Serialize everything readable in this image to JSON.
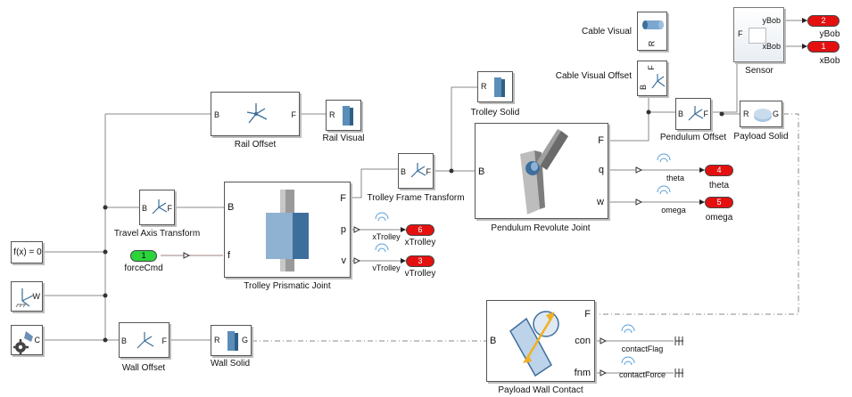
{
  "blocks": {
    "rail_offset": {
      "name": "Rail Offset",
      "in": "B",
      "out": "F"
    },
    "rail_visual": {
      "name": "Rail Visual",
      "in": "R"
    },
    "travel_axis_transform": {
      "name": "Travel Axis Transform",
      "in": "B",
      "out": "F"
    },
    "trolley_prismatic_joint": {
      "name": "Trolley Prismatic Joint",
      "in": "B",
      "out": "F",
      "force": "f",
      "pos": "p",
      "vel": "v"
    },
    "trolley_frame_transform": {
      "name": "Trolley Frame Transform",
      "in": "B",
      "out": "F"
    },
    "trolley_solid": {
      "name": "Trolley Solid",
      "in": "R"
    },
    "pendulum_revolute_joint": {
      "name": "Pendulum Revolute Joint",
      "in": "B",
      "out": "F",
      "q": "q",
      "w": "w"
    },
    "cable_visual": {
      "name": "Cable Visual",
      "port": "R"
    },
    "cable_visual_offset": {
      "name": "Cable Visual Offset",
      "in": "B",
      "out": "F"
    },
    "pendulum_offset": {
      "name": "Pendulum Offset",
      "in": "B",
      "out": "F"
    },
    "payload_solid": {
      "name": "Payload Solid",
      "in": "R",
      "out": "G"
    },
    "sensor": {
      "name": "Sensor",
      "in": "F",
      "y": "yBob",
      "x": "xBob"
    },
    "solver_config": {
      "text": "f(x) = 0"
    },
    "world_frame": {
      "port": "W"
    },
    "mech_config": {
      "port": "C"
    },
    "wall_offset": {
      "name": "Wall Offset",
      "in": "B",
      "out": "F"
    },
    "wall_solid": {
      "name": "Wall Solid",
      "in": "R",
      "out": "G"
    },
    "payload_wall_contact": {
      "name": "Payload Wall Contact",
      "in": "B",
      "out": "F",
      "con": "con",
      "fnm": "fnm"
    }
  },
  "inports": [
    {
      "num": "1",
      "name": "forceCmd"
    }
  ],
  "outports": [
    {
      "num": "6",
      "name": "xTrolley",
      "signal": "xTrolley"
    },
    {
      "num": "3",
      "name": "vTrolley",
      "signal": "vTrolley"
    },
    {
      "num": "4",
      "name": "theta",
      "signal": "theta"
    },
    {
      "num": "5",
      "name": "omega",
      "signal": "omega"
    },
    {
      "num": "2",
      "name": "yBob"
    },
    {
      "num": "1",
      "name": "xBob"
    }
  ],
  "terminated_signals": [
    "contactFlag",
    "contactForce"
  ],
  "colors": {
    "outport": "#e41010",
    "inport": "#2bd43b",
    "wire": "#8a8a8a",
    "physical": "#a08080"
  }
}
